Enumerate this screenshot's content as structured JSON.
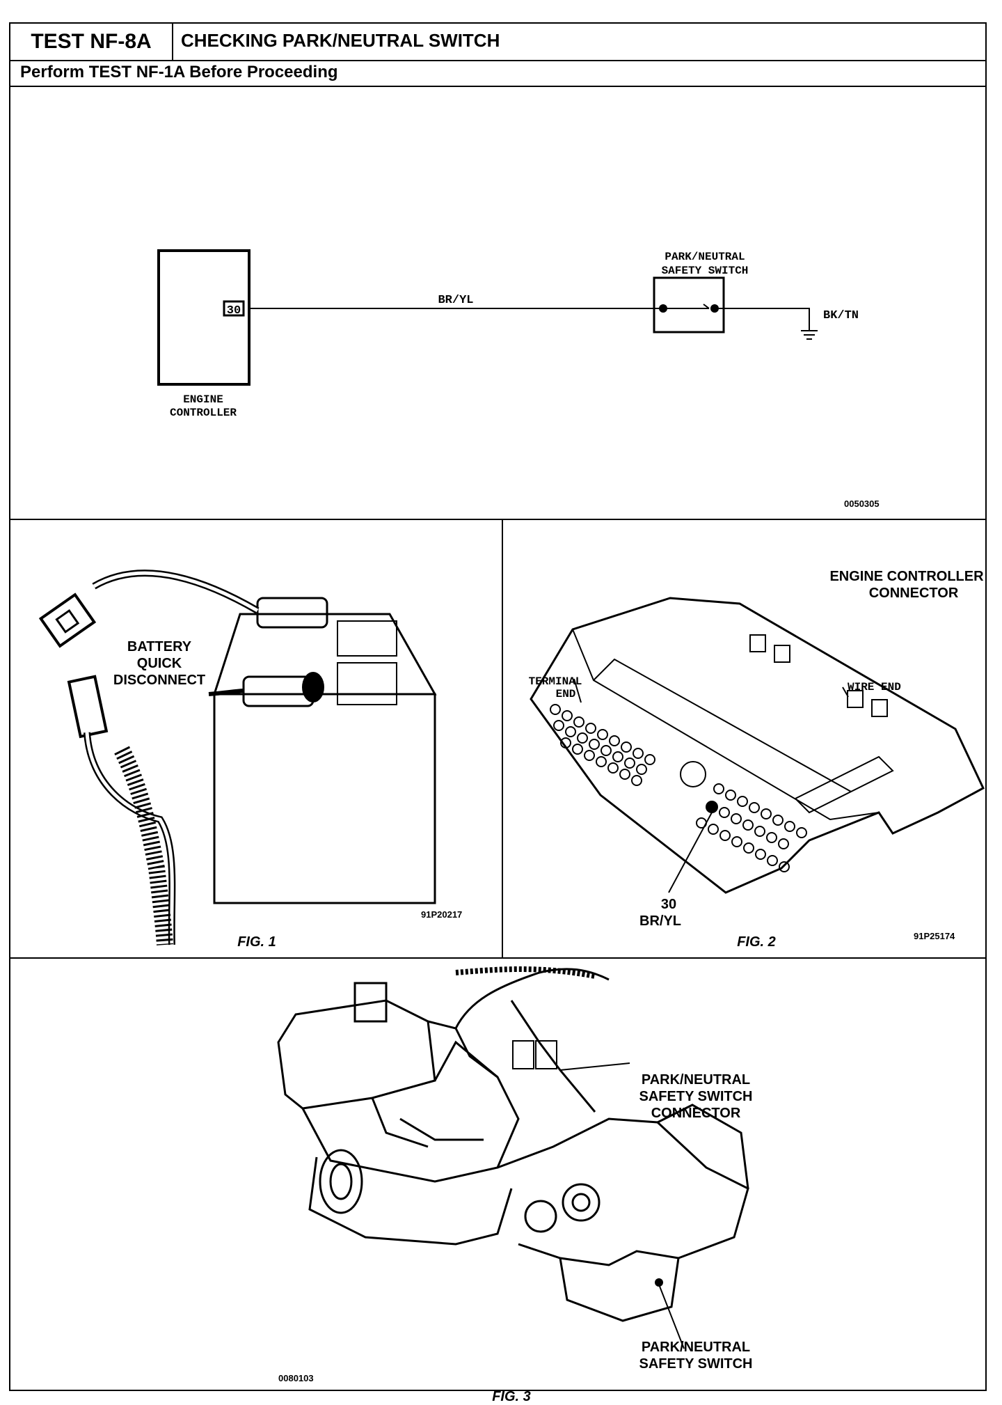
{
  "header": {
    "test_id": "TEST NF-8A",
    "title": "CHECKING PARK/NEUTRAL SWITCH",
    "prerequisite": "Perform TEST NF-1A Before Proceeding"
  },
  "schematic": {
    "controller_line1": "ENGINE",
    "controller_line2": "CONTROLLER",
    "pin": "30",
    "wire_color": "BR/YL",
    "switch_line1": "PARK/NEUTRAL",
    "switch_line2": "SAFETY SWITCH",
    "ground_wire": "BK/TN",
    "code": "0050305"
  },
  "fig1": {
    "label_line1": "BATTERY",
    "label_line2": "QUICK",
    "label_line3": "DISCONNECT",
    "code": "91P20217",
    "caption": "FIG. 1"
  },
  "fig2": {
    "title_line1": "ENGINE CONTROLLER",
    "title_line2": "CONNECTOR",
    "terminal_line1": "TERMINAL",
    "terminal_line2": "END",
    "wire_end": "WIRE END",
    "pin": "30",
    "wire_color": "BR/YL",
    "code": "91P25174",
    "caption": "FIG. 2"
  },
  "fig3": {
    "connector_line1": "PARK/NEUTRAL",
    "connector_line2": "SAFETY SWITCH",
    "connector_line3": "CONNECTOR",
    "switch_line1": "PARK/NEUTRAL",
    "switch_line2": "SAFETY SWITCH",
    "code": "0080103",
    "caption": "FIG. 3"
  }
}
